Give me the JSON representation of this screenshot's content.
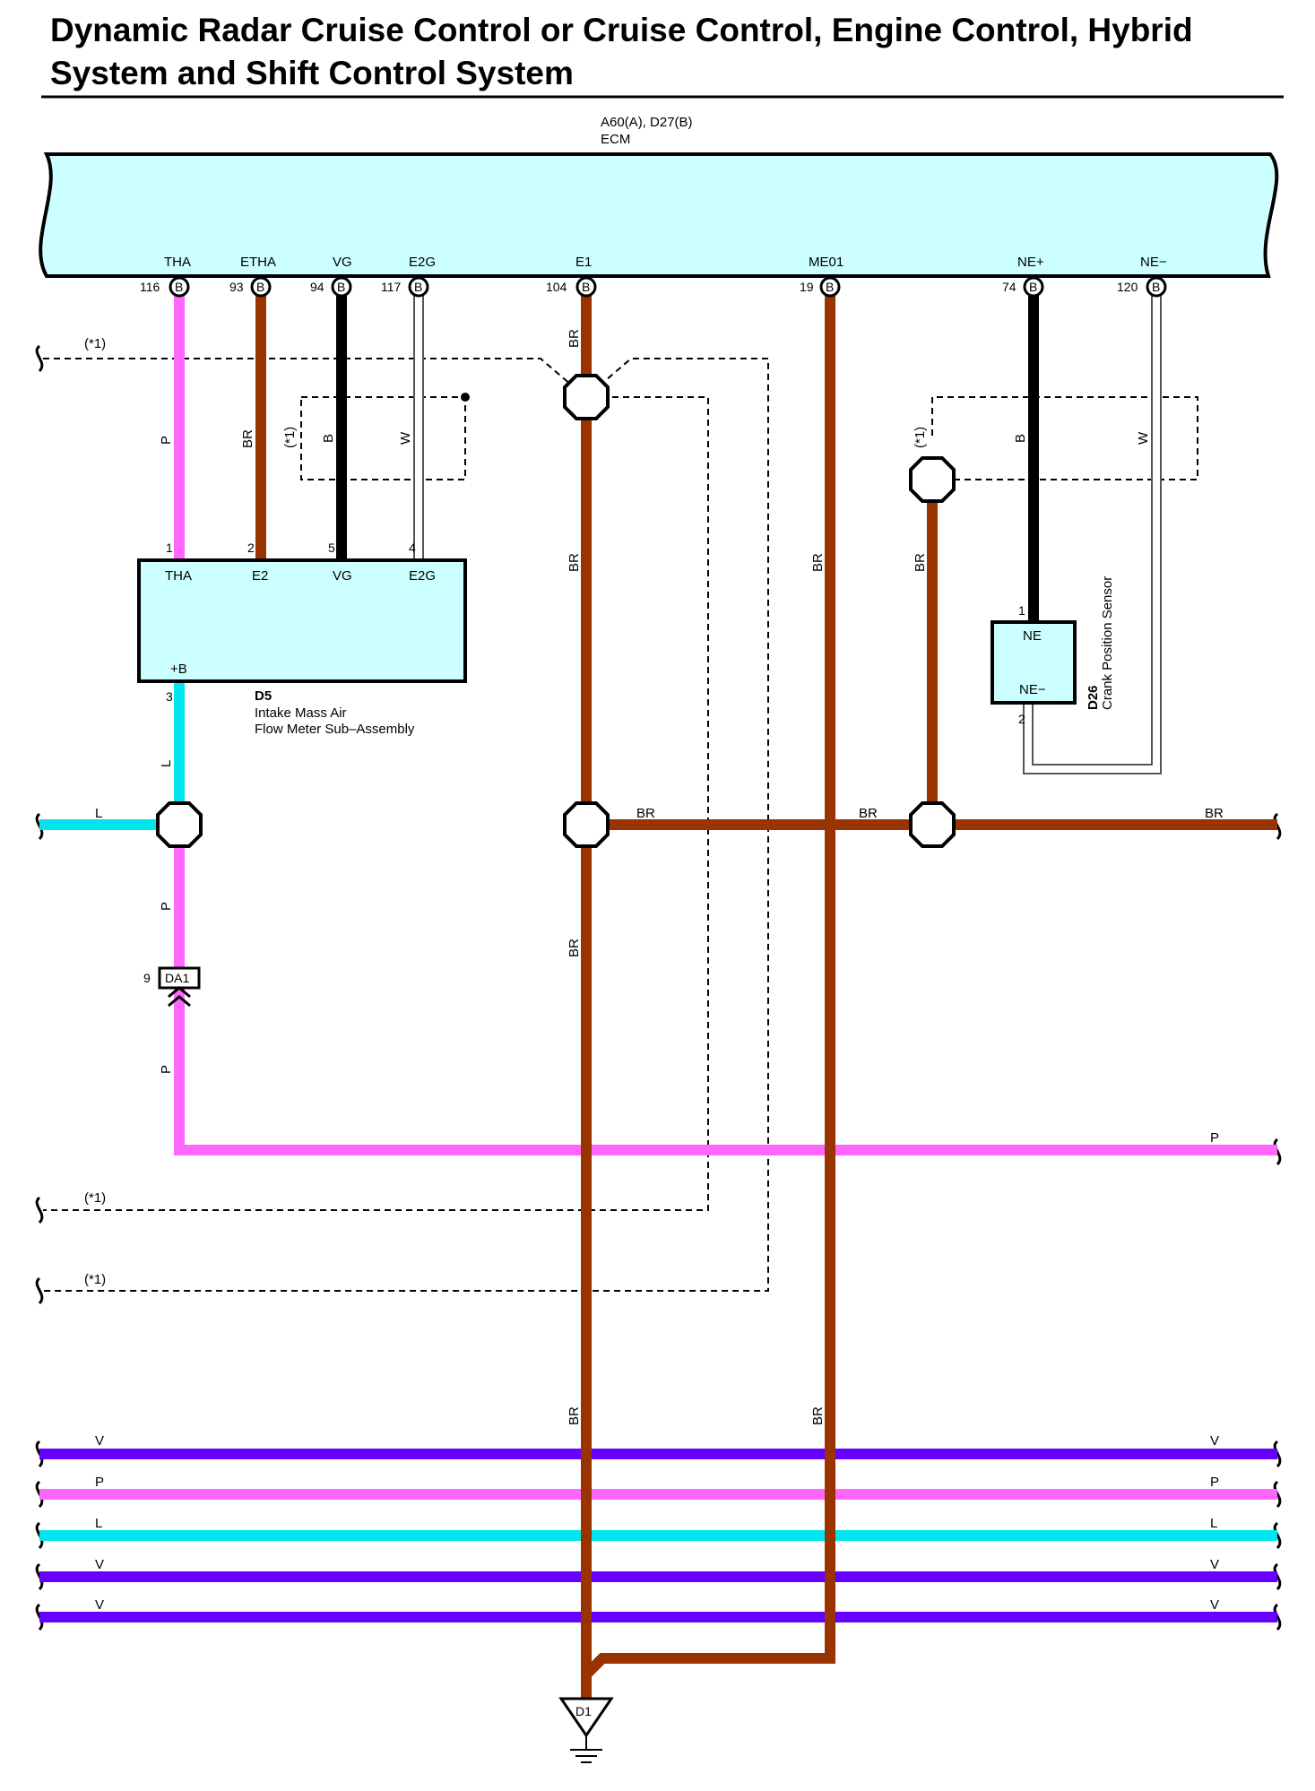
{
  "title": {
    "line1": "Dynamic Radar Cruise Control or Cruise Control, Engine Control, Hybrid",
    "line2": "System and Shift Control System"
  },
  "ecm": {
    "ref": "A60(A), D27(B)",
    "name": "ECM",
    "connector": "B",
    "pins": [
      {
        "label": "THA",
        "num": "116"
      },
      {
        "label": "ETHA",
        "num": "93"
      },
      {
        "label": "VG",
        "num": "94"
      },
      {
        "label": "E2G",
        "num": "117"
      },
      {
        "label": "E1",
        "num": "104"
      },
      {
        "label": "ME01",
        "num": "19"
      },
      {
        "label": "NE+",
        "num": "74"
      },
      {
        "label": "NE−",
        "num": "120"
      }
    ]
  },
  "d5": {
    "ref": "D5",
    "name_line1": "Intake Mass Air",
    "name_line2": "Flow Meter Sub–Assembly",
    "terminals": [
      "THA",
      "E2",
      "VG",
      "E2G",
      "+B"
    ],
    "pins": [
      "1",
      "2",
      "5",
      "4",
      "3"
    ]
  },
  "d26": {
    "ref": "D26",
    "name": "Crank Position Sensor",
    "terminals": [
      "NE",
      "NE−"
    ],
    "pins": [
      "1",
      "2"
    ]
  },
  "junction_connector": {
    "ref": "DA1",
    "pin": "9"
  },
  "ground": {
    "ref": "D1"
  },
  "shield_note": "(*1)",
  "wire_colors": {
    "P": "P",
    "BR": "BR",
    "B": "B",
    "W": "W",
    "L": "L",
    "V": "V"
  },
  "colors": {
    "ecm_fill": "#ccffff",
    "pink": "#ff66ff",
    "brown": "#993300",
    "black": "#000000",
    "cyan": "#00e5ee",
    "violet": "#6600ff"
  }
}
